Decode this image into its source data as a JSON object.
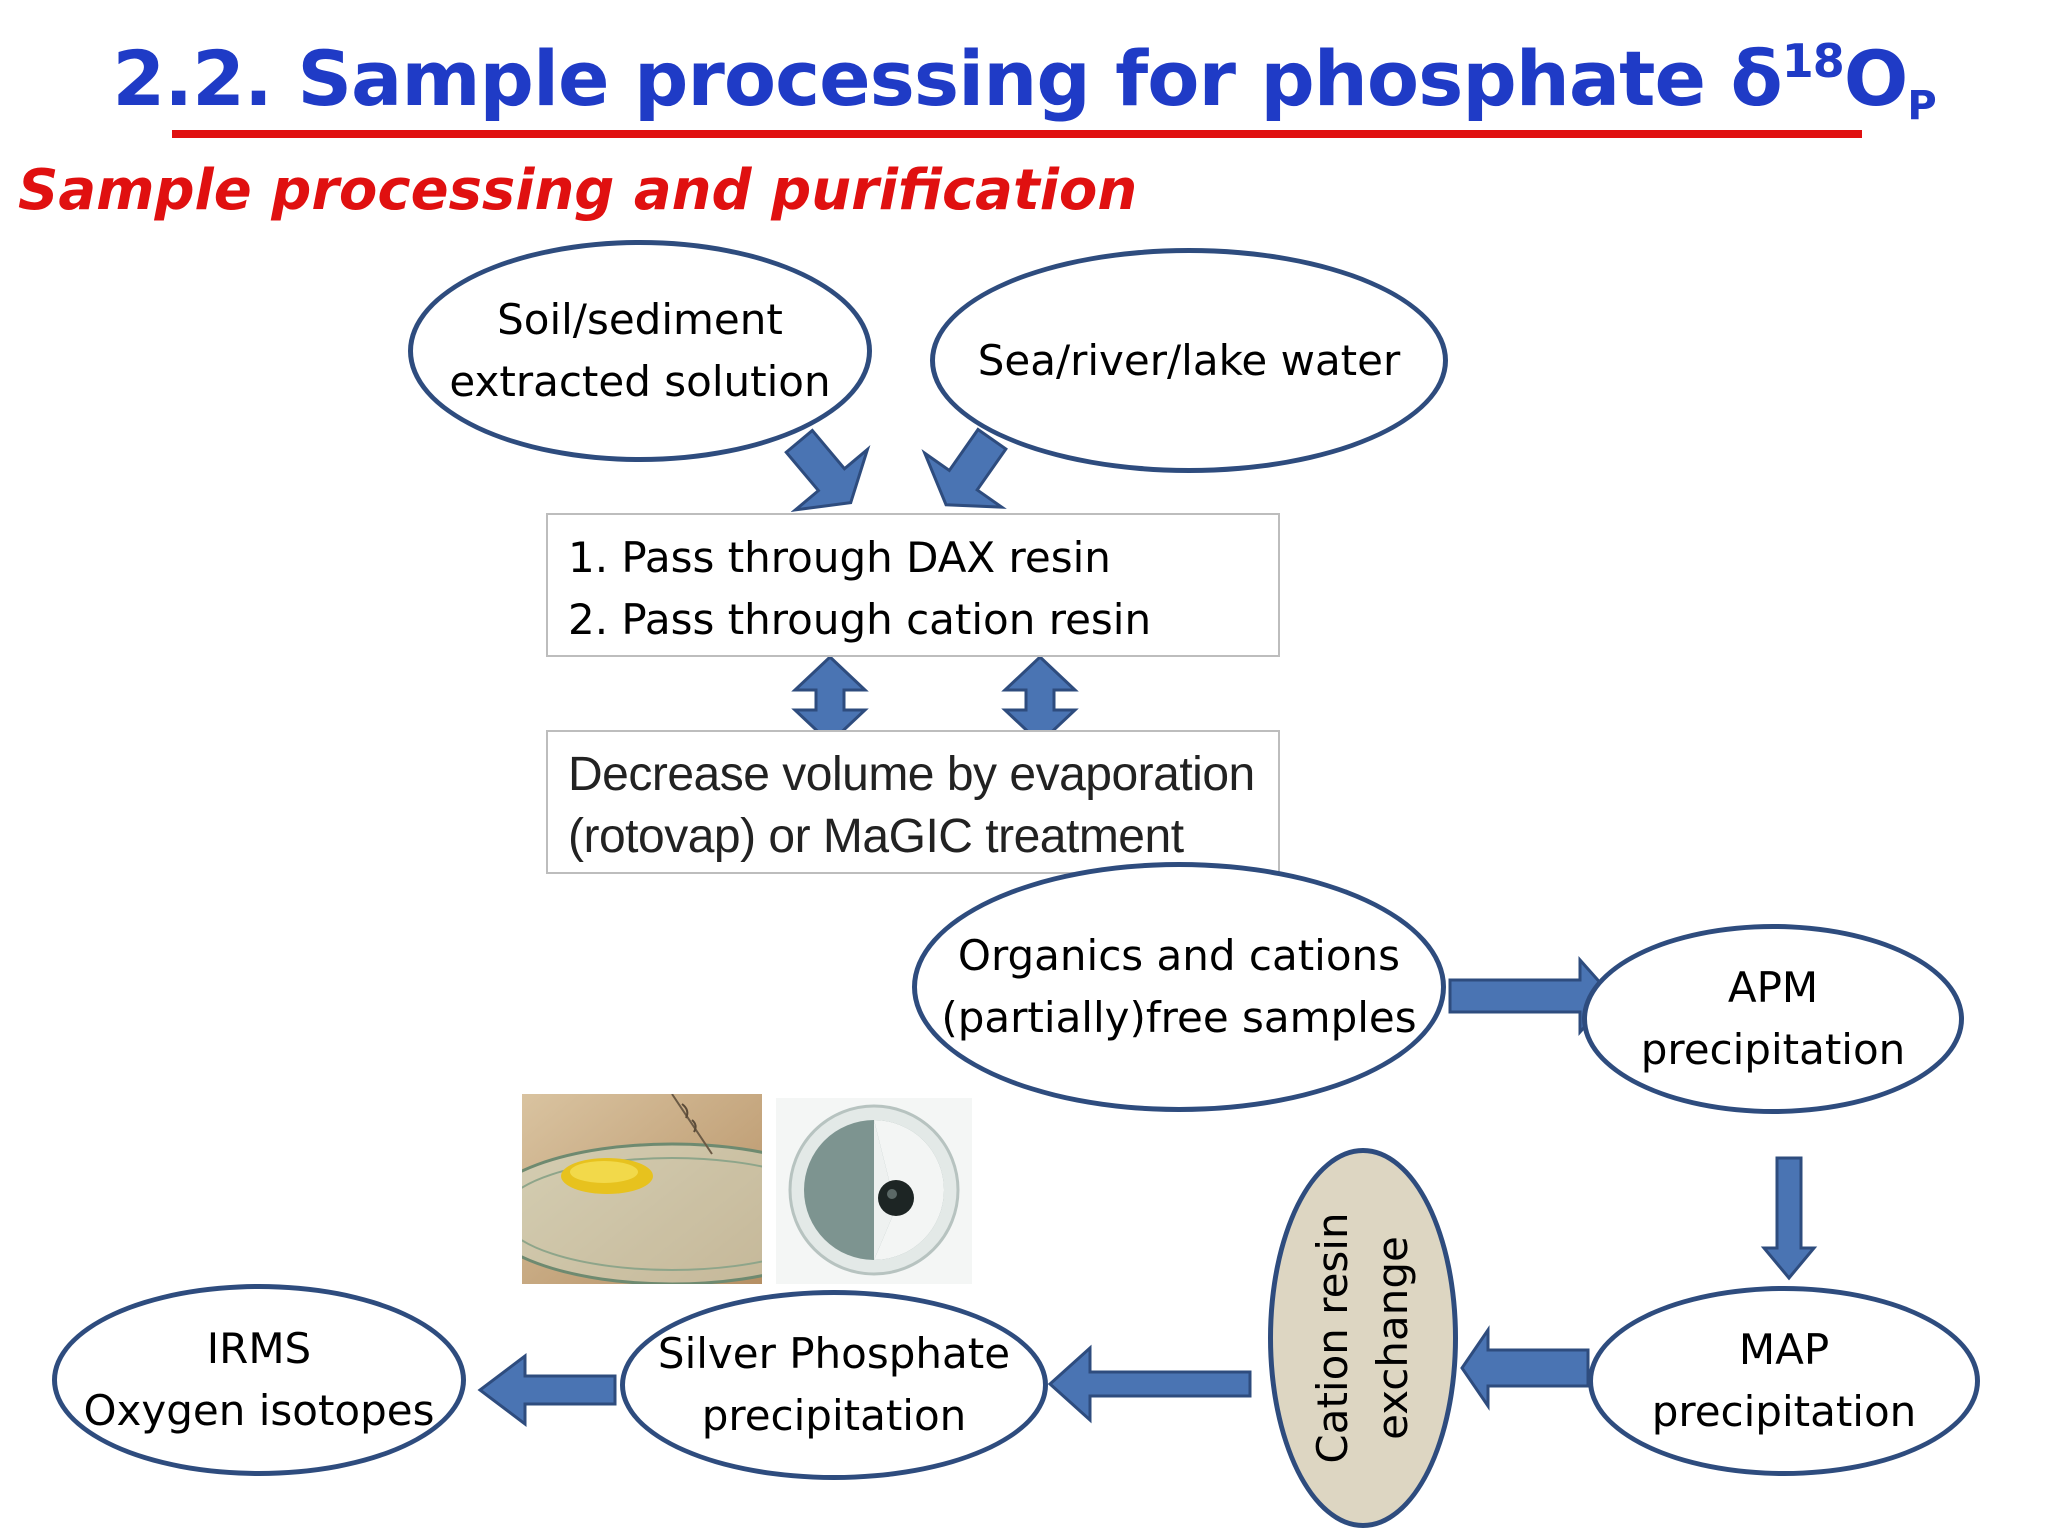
{
  "title": {
    "main": "2.2. Sample processing for phosphate δ",
    "superscript": "18",
    "base": "O",
    "subscript": "P"
  },
  "subtitle": "Sample processing and purification",
  "nodes": {
    "soil": [
      "Soil/sediment",
      "extracted solution"
    ],
    "water": [
      "Sea/river/lake water"
    ],
    "organics": [
      "Organics and cations",
      "(partially)free  samples"
    ],
    "apm": [
      "APM",
      "precipitation"
    ],
    "map": [
      "MAP",
      "precipitation"
    ],
    "cation_exchange": [
      "Cation resin",
      "exchange"
    ],
    "silver": [
      "Silver Phosphate",
      "precipitation"
    ],
    "irms": [
      "IRMS",
      "Oxygen isotopes"
    ]
  },
  "boxes": {
    "resin_steps": [
      "1. Pass through DAX resin",
      "2. Pass through cation resin"
    ],
    "evaporation": [
      "Decrease volume by evaporation",
      "(rotovap) or MaGIC treatment"
    ]
  },
  "colors": {
    "title": "#1f3bc6",
    "accent_red": "#e01010",
    "node_border": "#2e4c7e",
    "arrow_fill": "#4a74b3",
    "arrow_stroke": "#2e4c7e",
    "exchange_fill": "#ddd6c2"
  },
  "photos": [
    "yellow-precipitate-photo",
    "silver-phosphate-filter-photo"
  ]
}
